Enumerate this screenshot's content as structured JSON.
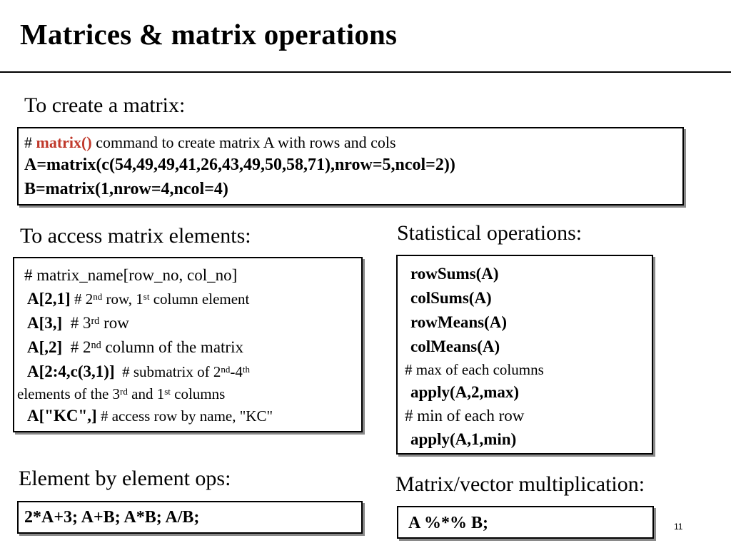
{
  "title": "Matrices & matrix operations",
  "create": {
    "heading": "To create a matrix:",
    "comment_hash": "# ",
    "comment_func": "matrix()",
    "comment_rest": " command to create matrix A with rows and cols",
    "line_a": "A=matrix(c(54,49,49,41,26,43,49,50,58,71),nrow=5,ncol=2))",
    "line_b": "B=matrix(1,nrow=4,ncol=4)"
  },
  "access": {
    "heading": "To access matrix elements:",
    "l1": "# matrix_name[row_no, col_no]",
    "l2_code": "A[2,1]",
    "l2_a": " # 2",
    "l2_sup1": "nd",
    "l2_b": " row, 1",
    "l2_sup2": "st",
    "l2_c": " column element",
    "l3_code": "A[3,]",
    "l3_a": "  # 3",
    "l3_sup": "rd",
    "l3_b": " row",
    "l4_code": "A[,2]",
    "l4_a": "  # 2",
    "l4_sup": "nd",
    "l4_b": " column of the matrix",
    "l5_code": "A[2:4,c(3,1)]",
    "l5_a": "  # submatrix of 2",
    "l5_sup1": "nd",
    "l5_b": "-4",
    "l5_sup2": "th",
    "l6_a": "elements of the 3",
    "l6_sup1": "rd",
    "l6_b": " and 1",
    "l6_sup2": "st",
    "l6_c": " columns",
    "l7_code": "A[\"KC\",]",
    "l7_a": " # access row by name, \"KC\""
  },
  "stats": {
    "heading": "Statistical operations:",
    "l1": "rowSums(A)",
    "l2": "colSums(A)",
    "l3": "rowMeans(A)",
    "l4": "colMeans(A)",
    "c1": "# max of each columns",
    "l5": "apply(A,2,max)",
    "c2": "# min of each row",
    "l6": "apply(A,1,min)"
  },
  "elem": {
    "heading": "Element by element ops:",
    "code": "2*A+3; A+B; A*B; A/B;"
  },
  "mult": {
    "heading": "Matrix/vector multiplication:",
    "code": "A %*% B;"
  },
  "page_number": "11",
  "colors": {
    "accent": "#c0392b",
    "shadow": "#8a8a8a"
  }
}
